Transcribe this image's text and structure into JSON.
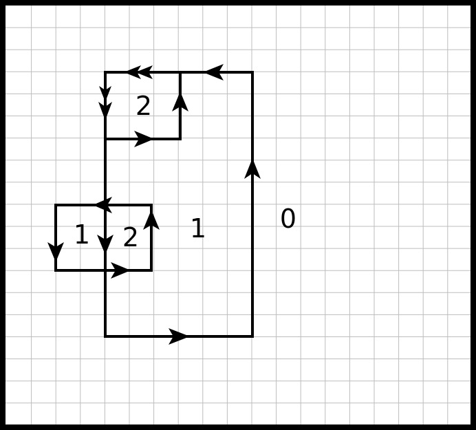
{
  "colors": {
    "background": "#ffffff",
    "grid": "#bdbdbd",
    "border": "#000000",
    "path": "#000000"
  },
  "labels": {
    "outside": "0",
    "main_region": "1",
    "top_square": "2",
    "left_square": "1",
    "middle_square": "2"
  }
}
